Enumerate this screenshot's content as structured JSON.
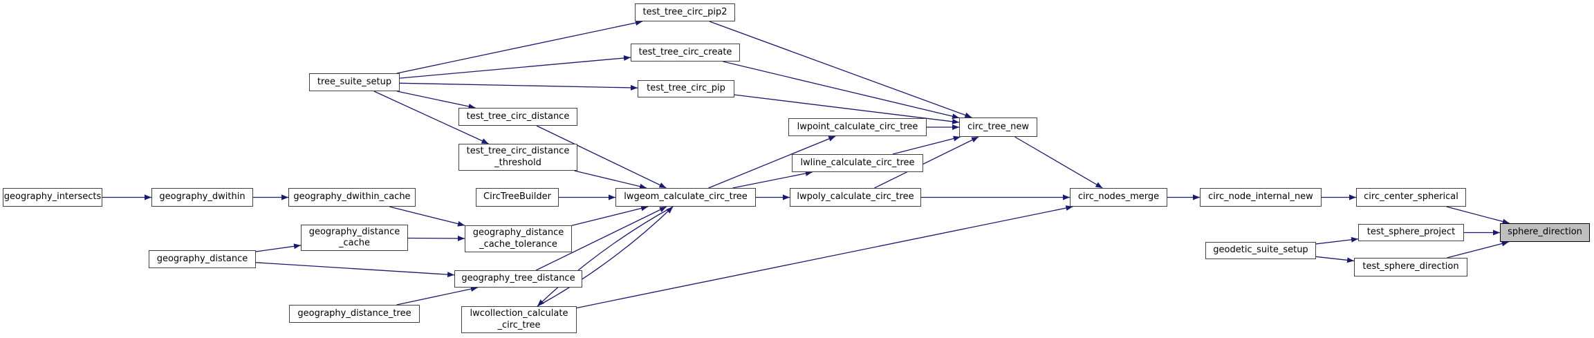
{
  "diagram": {
    "type": "call-graph",
    "highlighted_node": "sphere_direction",
    "colors": {
      "edge": "#191970",
      "node_border": "#404040",
      "node_fill": "#ffffff",
      "highlight_fill": "#bfbfbf",
      "text": "#000000",
      "background": "#ffffff"
    },
    "nodes": [
      {
        "id": "geography_intersects",
        "label": "geography_intersects"
      },
      {
        "id": "geography_dwithin",
        "label": "geography_dwithin"
      },
      {
        "id": "geography_dwithin_cache",
        "label": "geography_dwithin_cache"
      },
      {
        "id": "geography_distance",
        "label": "geography_distance"
      },
      {
        "id": "geography_distance_cache",
        "label": "geography_distance\n_cache"
      },
      {
        "id": "geography_distance_tree",
        "label": "geography_distance_tree"
      },
      {
        "id": "geography_distance_cache_tolerance",
        "label": "geography_distance\n_cache_tolerance"
      },
      {
        "id": "geography_tree_distance",
        "label": "geography_tree_distance"
      },
      {
        "id": "lwcollection_calculate_circ_tree",
        "label": "lwcollection_calculate\n_circ_tree"
      },
      {
        "id": "tree_suite_setup",
        "label": "tree_suite_setup"
      },
      {
        "id": "test_tree_circ_pip2",
        "label": "test_tree_circ_pip2"
      },
      {
        "id": "test_tree_circ_create",
        "label": "test_tree_circ_create"
      },
      {
        "id": "test_tree_circ_pip",
        "label": "test_tree_circ_pip"
      },
      {
        "id": "test_tree_circ_distance",
        "label": "test_tree_circ_distance"
      },
      {
        "id": "test_tree_circ_distance_threshold",
        "label": "test_tree_circ_distance\n_threshold"
      },
      {
        "id": "CircTreeBuilder",
        "label": "CircTreeBuilder"
      },
      {
        "id": "lwgeom_calculate_circ_tree",
        "label": "lwgeom_calculate_circ_tree"
      },
      {
        "id": "lwpoint_calculate_circ_tree",
        "label": "lwpoint_calculate_circ_tree"
      },
      {
        "id": "lwline_calculate_circ_tree",
        "label": "lwline_calculate_circ_tree"
      },
      {
        "id": "lwpoly_calculate_circ_tree",
        "label": "lwpoly_calculate_circ_tree"
      },
      {
        "id": "circ_tree_new",
        "label": "circ_tree_new"
      },
      {
        "id": "circ_nodes_merge",
        "label": "circ_nodes_merge"
      },
      {
        "id": "circ_node_internal_new",
        "label": "circ_node_internal_new"
      },
      {
        "id": "circ_center_spherical",
        "label": "circ_center_spherical"
      },
      {
        "id": "geodetic_suite_setup",
        "label": "geodetic_suite_setup"
      },
      {
        "id": "test_sphere_project",
        "label": "test_sphere_project"
      },
      {
        "id": "test_sphere_direction",
        "label": "test_sphere_direction"
      },
      {
        "id": "sphere_direction",
        "label": "sphere_direction"
      }
    ],
    "edges": [
      {
        "from": "geography_intersects",
        "to": "geography_dwithin"
      },
      {
        "from": "geography_dwithin",
        "to": "geography_dwithin_cache"
      },
      {
        "from": "geography_dwithin_cache",
        "to": "geography_distance_cache_tolerance"
      },
      {
        "from": "geography_distance",
        "to": "geography_distance_cache"
      },
      {
        "from": "geography_distance",
        "to": "geography_tree_distance"
      },
      {
        "from": "geography_distance_cache",
        "to": "geography_distance_cache_tolerance"
      },
      {
        "from": "geography_distance_tree",
        "to": "geography_tree_distance"
      },
      {
        "from": "geography_distance_cache_tolerance",
        "to": "lwgeom_calculate_circ_tree"
      },
      {
        "from": "geography_tree_distance",
        "to": "lwgeom_calculate_circ_tree"
      },
      {
        "from": "tree_suite_setup",
        "to": "test_tree_circ_pip2"
      },
      {
        "from": "tree_suite_setup",
        "to": "test_tree_circ_create"
      },
      {
        "from": "tree_suite_setup",
        "to": "test_tree_circ_pip"
      },
      {
        "from": "tree_suite_setup",
        "to": "test_tree_circ_distance"
      },
      {
        "from": "tree_suite_setup",
        "to": "test_tree_circ_distance_threshold"
      },
      {
        "from": "test_tree_circ_distance",
        "to": "lwgeom_calculate_circ_tree"
      },
      {
        "from": "test_tree_circ_distance_threshold",
        "to": "lwgeom_calculate_circ_tree"
      },
      {
        "from": "CircTreeBuilder",
        "to": "lwgeom_calculate_circ_tree"
      },
      {
        "from": "lwcollection_calculate_circ_tree",
        "to": "lwgeom_calculate_circ_tree"
      },
      {
        "from": "lwgeom_calculate_circ_tree",
        "to": "lwcollection_calculate_circ_tree"
      },
      {
        "from": "lwgeom_calculate_circ_tree",
        "to": "lwpoint_calculate_circ_tree"
      },
      {
        "from": "lwgeom_calculate_circ_tree",
        "to": "lwline_calculate_circ_tree"
      },
      {
        "from": "lwgeom_calculate_circ_tree",
        "to": "lwpoly_calculate_circ_tree"
      },
      {
        "from": "test_tree_circ_pip2",
        "to": "circ_tree_new"
      },
      {
        "from": "test_tree_circ_create",
        "to": "circ_tree_new"
      },
      {
        "from": "test_tree_circ_pip",
        "to": "circ_tree_new"
      },
      {
        "from": "lwpoint_calculate_circ_tree",
        "to": "circ_tree_new"
      },
      {
        "from": "lwline_calculate_circ_tree",
        "to": "circ_tree_new"
      },
      {
        "from": "lwpoly_calculate_circ_tree",
        "to": "circ_tree_new"
      },
      {
        "from": "lwpoly_calculate_circ_tree",
        "to": "circ_nodes_merge"
      },
      {
        "from": "lwcollection_calculate_circ_tree",
        "to": "circ_nodes_merge"
      },
      {
        "from": "circ_tree_new",
        "to": "circ_nodes_merge"
      },
      {
        "from": "circ_nodes_merge",
        "to": "circ_node_internal_new"
      },
      {
        "from": "circ_node_internal_new",
        "to": "circ_center_spherical"
      },
      {
        "from": "circ_center_spherical",
        "to": "sphere_direction"
      },
      {
        "from": "geodetic_suite_setup",
        "to": "test_sphere_project"
      },
      {
        "from": "geodetic_suite_setup",
        "to": "test_sphere_direction"
      },
      {
        "from": "test_sphere_project",
        "to": "sphere_direction"
      },
      {
        "from": "test_sphere_direction",
        "to": "sphere_direction"
      }
    ]
  }
}
